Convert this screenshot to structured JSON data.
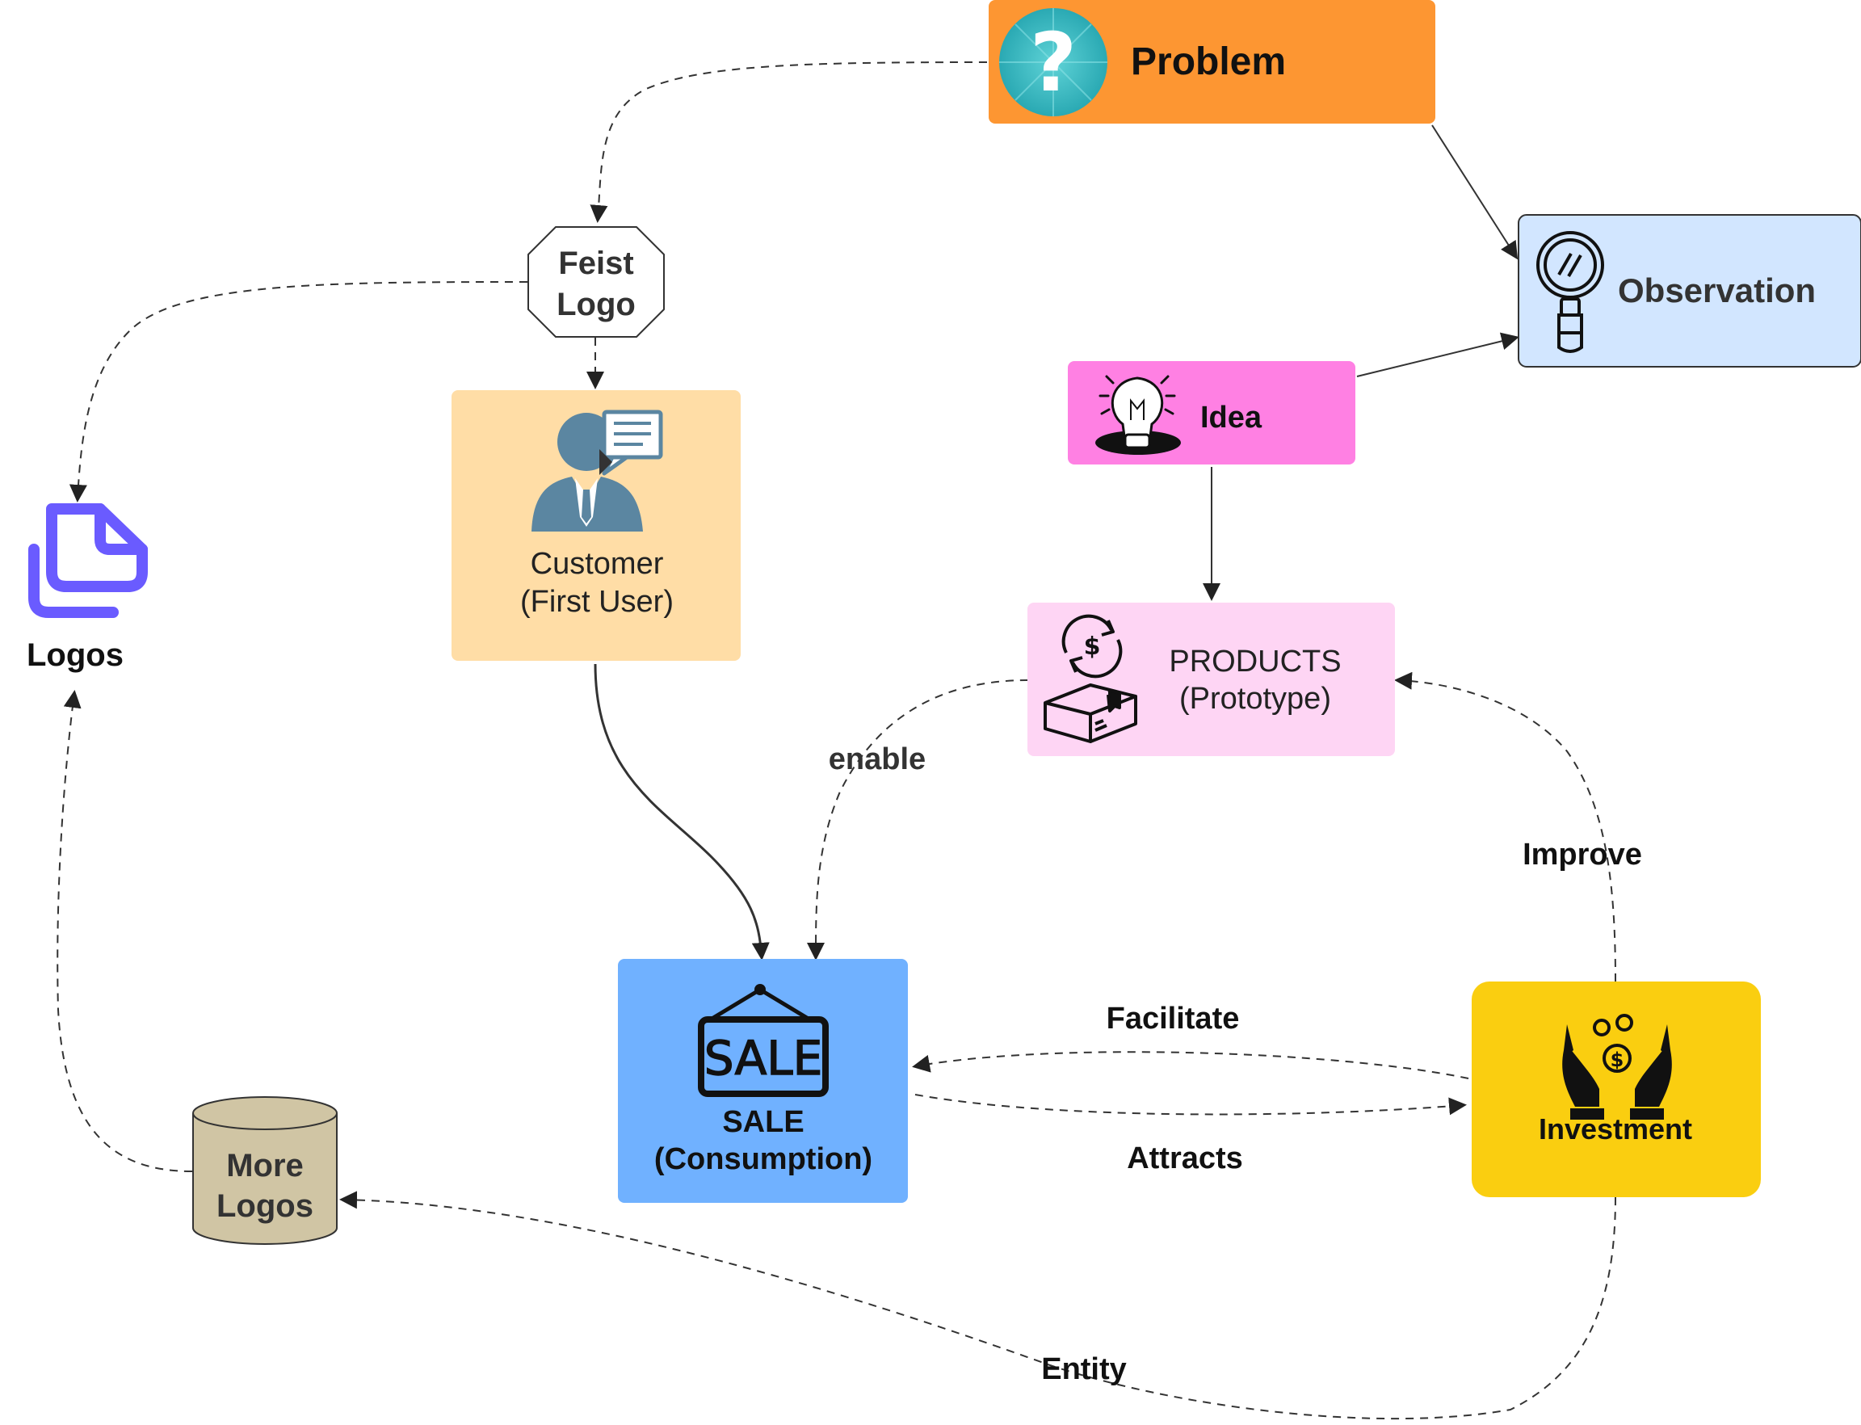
{
  "nodes": {
    "problem": {
      "label": "Problem",
      "fill": "#FD9632"
    },
    "observation": {
      "label": "Observation",
      "fill": "#D2E6FF"
    },
    "idea": {
      "label": "Idea",
      "fill": "#FF80E3"
    },
    "feist_logo": {
      "label_line1": "Feist",
      "label_line2": "Logo"
    },
    "customer": {
      "label_line1": "Customer",
      "label_line2": "(First User)",
      "fill": "#FFDDA6"
    },
    "products": {
      "label_line1": "PRODUCTS",
      "label_line2": "(Prototype)",
      "fill": "#FED5F4"
    },
    "logos": {
      "label": "Logos",
      "icon_color": "#6A5BFF"
    },
    "sale": {
      "label_line1": "SALE",
      "label_line2": "(Consumption)",
      "sign_text": "SALE",
      "fill": "#70B1FF"
    },
    "investment": {
      "label": "Investment",
      "fill": "#FACE10"
    },
    "more_logos": {
      "label_line1": "More",
      "label_line2": "Logos",
      "fill": "#D0C5A4"
    }
  },
  "edges": {
    "enable": "enable",
    "improve": "Improve",
    "facilitate": "Facilitate",
    "attracts": "Attracts",
    "entity": "Entity"
  },
  "icons": {
    "problem": "question-mark-icon",
    "observation": "magnifying-glass-icon",
    "idea": "lightbulb-icon",
    "customer": "customer-support-icon",
    "products": "product-box-icon",
    "logos": "copy-files-icon",
    "sale": "sale-sign-icon",
    "investment": "investment-hands-icon",
    "more_logos": "database-cylinder-icon"
  }
}
